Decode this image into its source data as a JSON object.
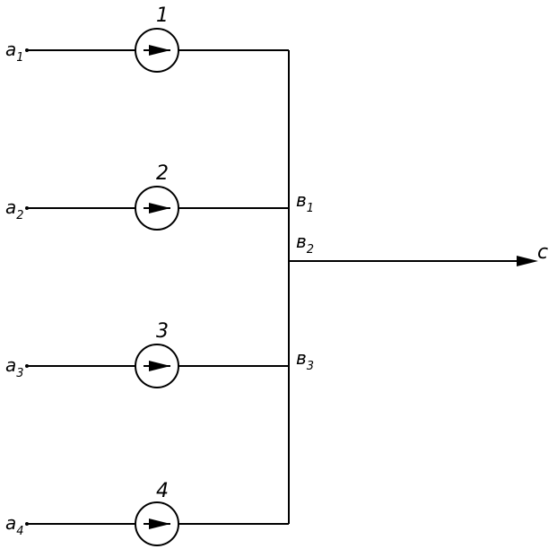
{
  "branches": [
    {
      "inlet": "a",
      "inlet_sub": "1",
      "pump": "1"
    },
    {
      "inlet": "a",
      "inlet_sub": "2",
      "pump": "2"
    },
    {
      "inlet": "a",
      "inlet_sub": "3",
      "pump": "3"
    },
    {
      "inlet": "a",
      "inlet_sub": "4",
      "pump": "4"
    }
  ],
  "junctions": [
    {
      "label": "в",
      "sub": "1"
    },
    {
      "label": "в",
      "sub": "2"
    },
    {
      "label": "в",
      "sub": "3"
    }
  ],
  "outlet": {
    "label": "c"
  },
  "colors": {
    "line": "#000000",
    "background": "#ffffff"
  }
}
